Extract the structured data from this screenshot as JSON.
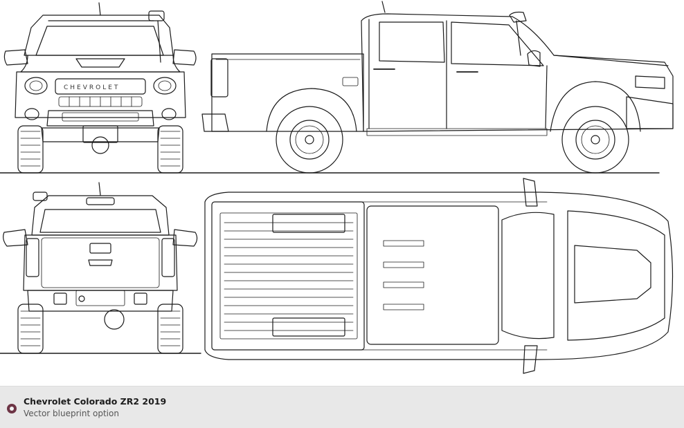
{
  "blueprint": {
    "views": [
      "front-view",
      "side-view",
      "rear-view",
      "top-view"
    ],
    "grille_lettering": "CHEVROLET"
  },
  "caption": {
    "radio_icon": "radio-dot-icon",
    "radio_color": "#6d3445",
    "title": "Chevrolet Colorado ZR2 2019",
    "subtitle": "Vector blueprint option"
  }
}
